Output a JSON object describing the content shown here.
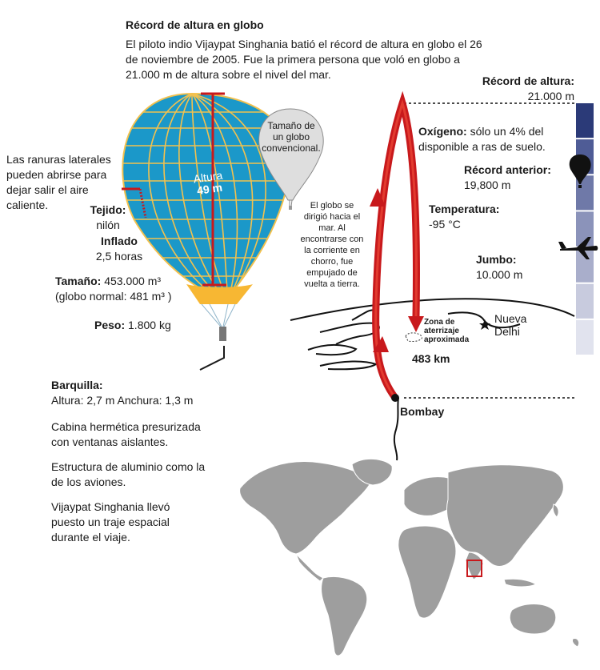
{
  "title": "Récord de altura en globo",
  "intro": "El piloto indio Vijaypat Singhania batió el récord de altura en globo el 26 de noviembre de 2005. Fue la primera persona que voló en globo a 21.000 m de altura sobre el nivel del mar.",
  "balloon": {
    "height_label": "Altura",
    "height_value": "49 m",
    "vents": "Las ranuras laterales pueden abrirse para dejar salir el aire caliente.",
    "fabric_label": "Tejido:",
    "fabric_value": "nilón",
    "inflation_label": "Inflado",
    "inflation_value": "2,5 horas",
    "size_label": "Tamaño:",
    "size_value": "453.000 m³",
    "size_normal": "(globo normal: 481 m³ )",
    "weight_label": "Peso:",
    "weight_value": "1.800 kg",
    "conventional": "Tamaño de un globo convencional."
  },
  "basket": {
    "label": "Barquilla:",
    "dims": "Altura: 2,7 m Anchura: 1,3 m",
    "p1": "Cabina hermética presurizada con ventanas aislantes.",
    "p2": "Estructura de aluminio como la de los aviones.",
    "p3": "Vijaypat Singhania llevó puesto un traje espacial durante el viaje."
  },
  "flight": {
    "record_label": "Récord de altura:",
    "record_value": "21.000 m",
    "oxygen_label": "Oxígeno:",
    "oxygen_text": "sólo un 4% del disponible a ras de suelo.",
    "prev_label": "Récord anterior:",
    "prev_value": "19,800 m",
    "temp_label": "Temperatura:",
    "temp_value": "-95 °C",
    "jumbo_label": "Jumbo:",
    "jumbo_value": "10.000 m",
    "drift_note": "El globo se dirigió hacia el mar. Al encontrarse con la corriente en chorro, fue empujado de vuelta a tierra.",
    "landing_zone": "Zona de aterrizaje aproximada",
    "distance": "483 km",
    "city_start": "Bombay",
    "city_capital": "Nueva Delhi"
  },
  "colors": {
    "balloon_blue": "#1b98c9",
    "balloon_grid": "#f2c14e",
    "arrow_red": "#c8191c",
    "map_gray": "#9e9e9e"
  },
  "altitude_scale": [
    "#2b3a78",
    "#4f5c96",
    "#6f79a8",
    "#8b93ba",
    "#a9aecb",
    "#c8cbde",
    "#e1e3ee"
  ]
}
